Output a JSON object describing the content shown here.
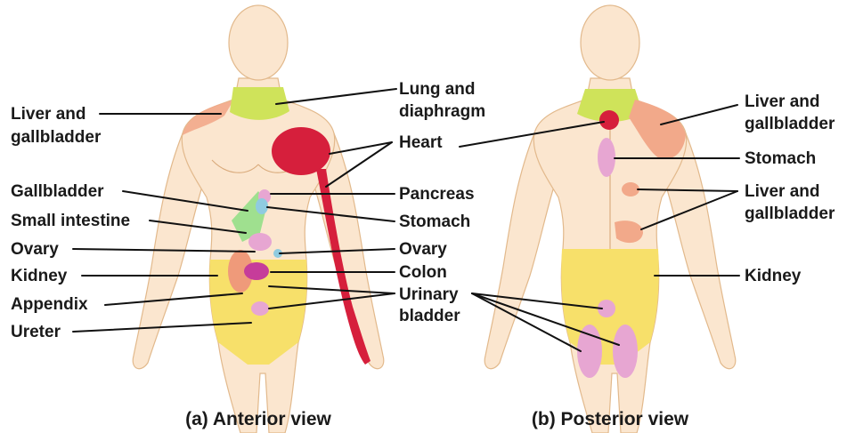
{
  "labels": {
    "anterior_left": {
      "liver_gallbladder_1": "Liver and",
      "liver_gallbladder_2": "gallbladder",
      "gallbladder": "Gallbladder",
      "small_intestine": "Small intestine",
      "ovary": "Ovary",
      "kidney": "Kidney",
      "appendix": "Appendix",
      "ureter": "Ureter"
    },
    "center": {
      "lung_diaphragm_1": "Lung and",
      "lung_diaphragm_2": "diaphragm",
      "heart": "Heart",
      "pancreas": "Pancreas",
      "stomach": "Stomach",
      "ovary": "Ovary",
      "colon": "Colon",
      "urinary_bladder_1": "Urinary",
      "urinary_bladder_2": "bladder"
    },
    "posterior_right": {
      "liver_gallbladder_top_1": "Liver and",
      "liver_gallbladder_top_2": "gallbladder",
      "stomach": "Stomach",
      "liver_gallbladder_mid_1": "Liver and",
      "liver_gallbladder_mid_2": "gallbladder",
      "kidney": "Kidney"
    }
  },
  "captions": {
    "anterior": "(a) Anterior view",
    "posterior": "(b) Posterior view"
  },
  "colors": {
    "skin": "#fbe6cf",
    "liver_gallbladder": "#f2a98a",
    "lung_diaphragm": "#cfe35a",
    "heart": "#d61f3c",
    "stomach_pancreas": "#e7a6d2",
    "small_intestine": "#9fe08f",
    "kidney_ureter": "#f7e06a",
    "colon_ovary": "#c63c9a",
    "appendix": "#ef9a7a"
  }
}
